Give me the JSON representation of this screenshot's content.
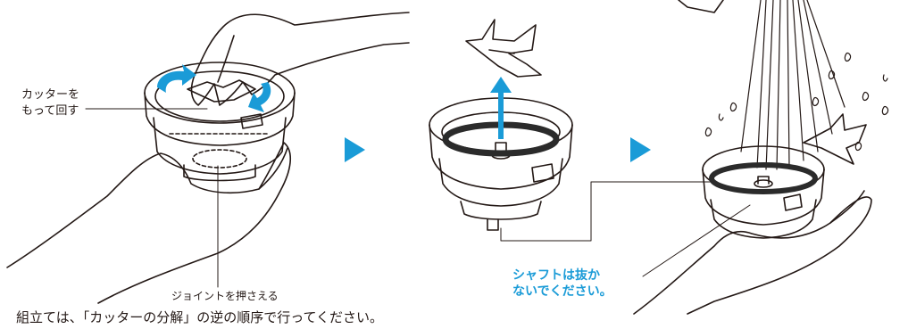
{
  "labels": {
    "rotate_cutter": "カッターを\nもって回す",
    "press_joint": "ジョイントを押さえる",
    "shaft_warning": "シャフトは抜か\nないでください。",
    "assembly_note": "組立ては、「カッターの分解」の逆の順序で行ってください。"
  },
  "colors": {
    "accent": "#1a9bd7",
    "line": "#231815",
    "gasket": "#2b2b2b"
  },
  "icons": [
    "rotate-arrows-icon",
    "step-arrow-icon",
    "up-arrow-icon",
    "water-spray-icon"
  ]
}
